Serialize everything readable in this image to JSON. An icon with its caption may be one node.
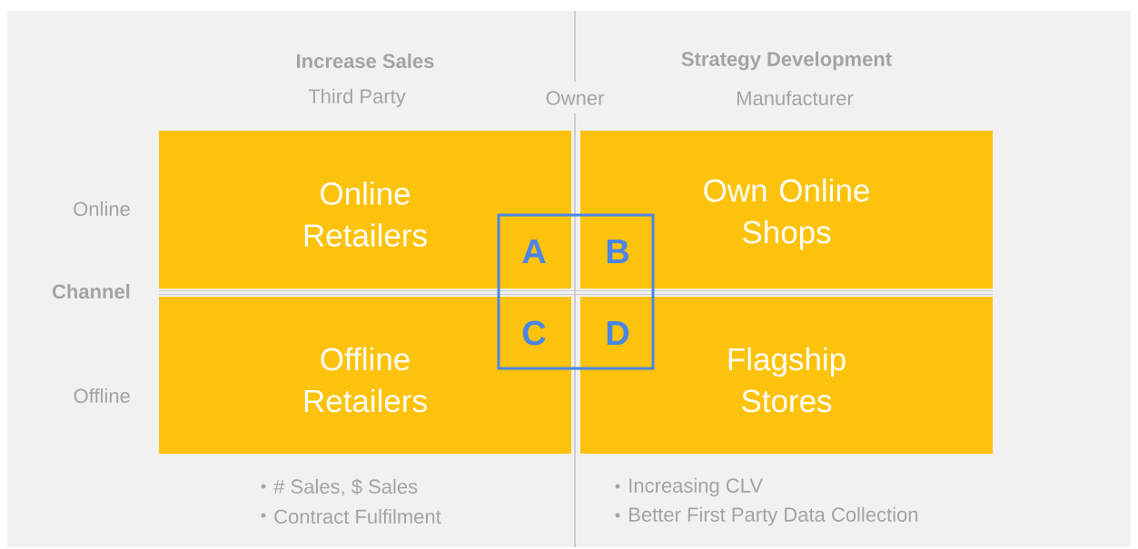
{
  "diagram": {
    "nodes": [
      {
        "text": [
          "Online Retailers"
        ]
      },
      {
        "text": [
          "Own Online Shops"
        ]
      },
      {
        "text": [
          "Offline Retailers"
        ]
      },
      {
        "text": [
          "Flagship Stores"
        ]
      },
      {
        "text": [
          "A",
          "B",
          "C",
          "D"
        ]
      }
    ],
    "labels": [
      "Increase Sales",
      "Strategy Development",
      "Third Party",
      "Owner",
      "Manufacturer",
      "Online",
      "Channel",
      "Offline",
      "# Sales, $ Sales",
      "Contract Fulfilment",
      "Increasing CLV",
      "Better First Party Data Collection"
    ]
  }
}
